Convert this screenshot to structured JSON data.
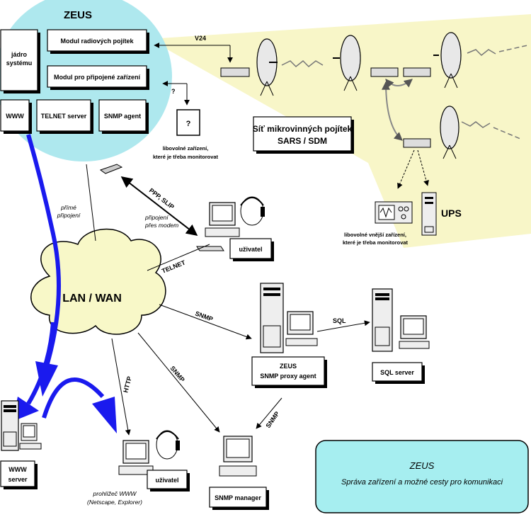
{
  "zeus_title": "ZEUS",
  "modules": {
    "radio": "Modul radiových pojítek",
    "devices": "Modul pro připojené zařízení",
    "core_line1": "jádro",
    "core_line2": "systému",
    "www": "WWW",
    "telnet": "TELNET server",
    "snmp_agent": "SNMP agent"
  },
  "radio_network": {
    "title_line1": "Síť mikrovinných pojítek",
    "title_line2": "SARS / SDM",
    "v24": "V24",
    "question": "?",
    "device_q": "?",
    "any_device_line1": "libovolné zařízení,",
    "any_device_line2": "které je třeba monitorovat",
    "ext_device_line1": "libovolné vnější zařízení,",
    "ext_device_line2": "které je třeba monitorovat",
    "ups": "UPS"
  },
  "network": {
    "lan_wan": "LAN / WAN",
    "direct_line1": "přímé",
    "direct_line2": "připojení",
    "ppp_slip": "PPP, SLIP",
    "modem_line1": "připojení",
    "modem_line2": "přes modem",
    "telnet": "TELNET",
    "snmp1": "SNMP",
    "snmp2": "SNMP",
    "snmp3": "SNMP",
    "http": "HTTP",
    "sql": "SQL"
  },
  "nodes": {
    "user1": "uživatel",
    "user2": "uživatel",
    "proxy_line1": "ZEUS",
    "proxy_line2": "SNMP proxy agent",
    "sql_server": "SQL server",
    "www_server_line1": "WWW",
    "www_server_line2": "server",
    "browser_line1": "prohlížeč WWW",
    "browser_line2": "(Netscape, Explorer)",
    "snmp_manager": "SNMP manager"
  },
  "caption": {
    "title": "ZEUS",
    "subtitle": "Správa zařízení a možné cesty pro komunikaci"
  },
  "colors": {
    "zeus_circle": "#aee8ee",
    "radio_zone": "#f8f6c8",
    "caption_box": "#a6eef0",
    "flow_arrows": "#1a1aee"
  }
}
